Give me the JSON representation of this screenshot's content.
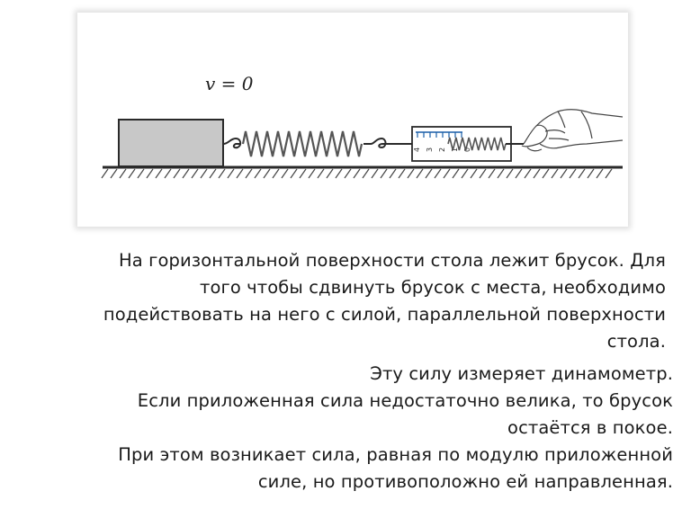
{
  "figure": {
    "velocity_label": "v = 0",
    "scale_ticks": [
      "4",
      "3",
      "2",
      "1",
      "0"
    ]
  },
  "text": {
    "paragraph1": [
      "На горизонтальной поверхности стола лежит брусок. Для",
      "того чтобы сдвинуть брусок с места, необходимо",
      "подействовать на него с силой, параллельной поверхности",
      "стола."
    ],
    "paragraph2": [
      "Эту силу измеряет динамометр.",
      "Если приложенная сила недостаточно велика, то брусок",
      "остаётся в покое.",
      "При этом возникает сила, равная по модулю приложенной",
      "силе, но противоположно ей направленная."
    ]
  },
  "colors": {
    "block_fill": "#c8c8c8",
    "line": "#2a2a2a",
    "spring": "#555555"
  }
}
